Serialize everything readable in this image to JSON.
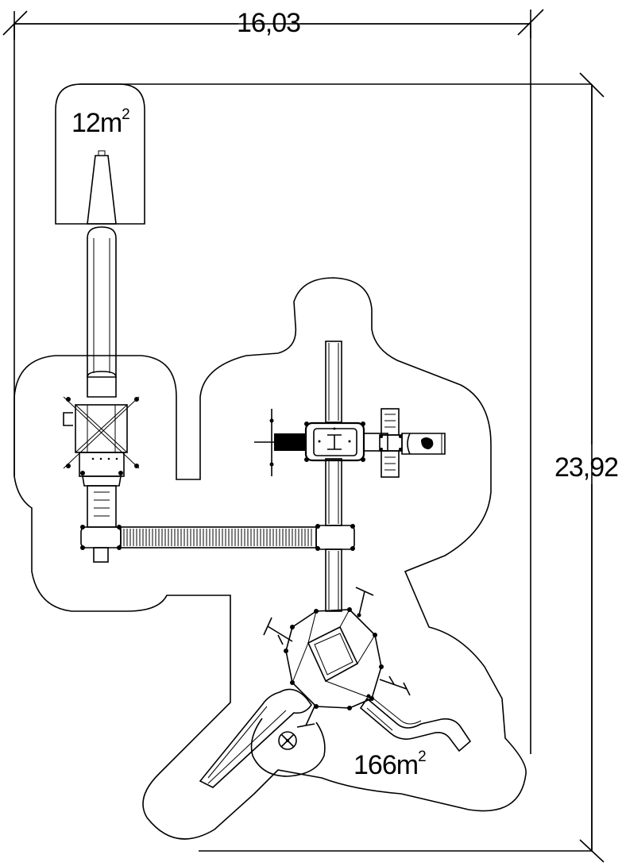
{
  "dimensions": {
    "width_label": "16,03",
    "height_label": "23,92"
  },
  "areas": {
    "small_zone": {
      "number": "12m",
      "exponent": "2"
    },
    "large_zone": {
      "number": "166m",
      "exponent": "2"
    }
  }
}
